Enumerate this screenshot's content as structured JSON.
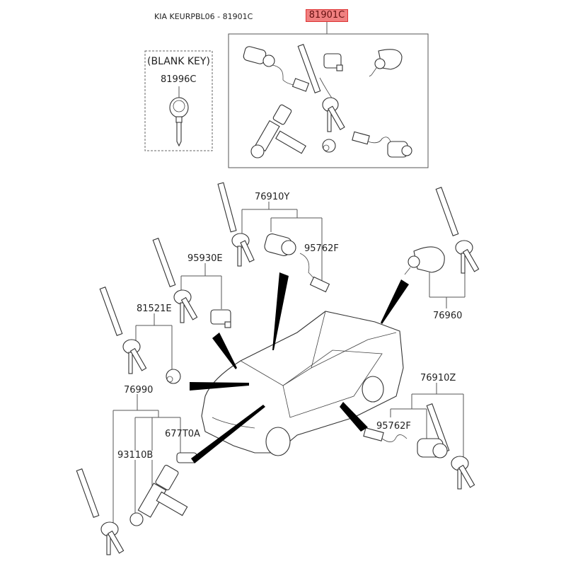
{
  "header": {
    "title": "KIA KEURPBL06 - 81901C",
    "highlighted_part": "81901C",
    "highlight_color": "#f08080"
  },
  "blank_key": {
    "caption": "(BLANK KEY)",
    "part": "81996C"
  },
  "callouts": [
    {
      "id": "76910Y",
      "label": "76910Y"
    },
    {
      "id": "95762F_top",
      "label": "95762F"
    },
    {
      "id": "95930E",
      "label": "95930E"
    },
    {
      "id": "81521E",
      "label": "81521E"
    },
    {
      "id": "76960",
      "label": "76960"
    },
    {
      "id": "76910Z",
      "label": "76910Z"
    },
    {
      "id": "95762F_bottom",
      "label": "95762F"
    },
    {
      "id": "76990",
      "label": "76990"
    },
    {
      "id": "677T0A",
      "label": "677T0A"
    },
    {
      "id": "93110B",
      "label": "93110B"
    }
  ]
}
